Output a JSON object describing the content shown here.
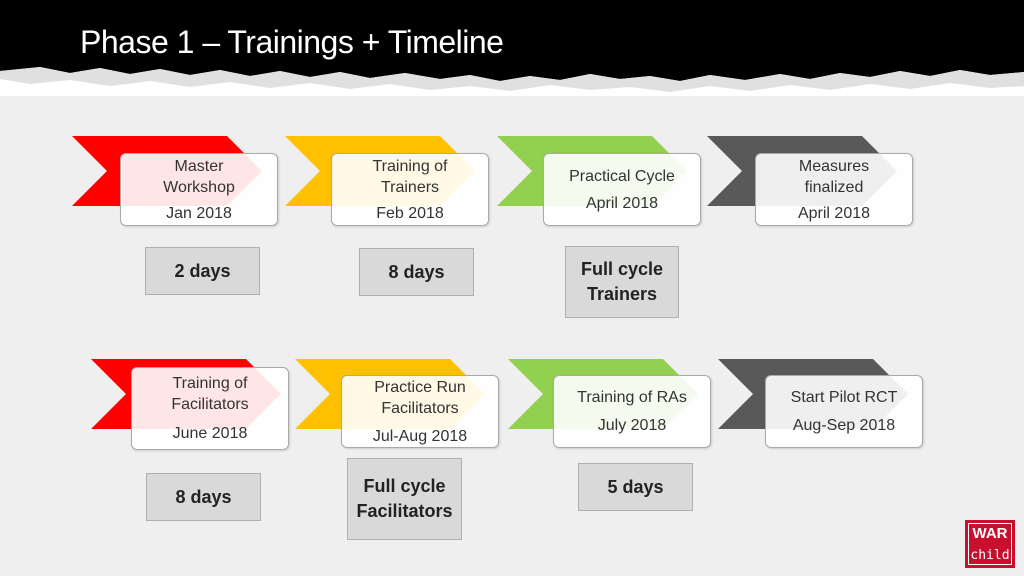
{
  "title": "Phase 1 – Trainings + Timeline",
  "colors": {
    "red": "#ff0000",
    "yellow": "#ffc000",
    "green": "#92d050",
    "gray": "#595959"
  },
  "row1": [
    {
      "color": "red",
      "title": "Master\nWorkshop",
      "date": "Jan 2018",
      "duration": "2 days"
    },
    {
      "color": "yellow",
      "title": "Training of\nTrainers",
      "date": "Feb 2018",
      "duration": "8 days"
    },
    {
      "color": "green",
      "title": "Practical Cycle",
      "date": "April 2018",
      "duration": "Full cycle\nTrainers"
    },
    {
      "color": "gray",
      "title": "Measures\nfinalized",
      "date": "April 2018"
    }
  ],
  "row2": [
    {
      "color": "red",
      "title": "Training of\nFacilitators",
      "date": "June 2018",
      "duration": "8 days"
    },
    {
      "color": "yellow",
      "title": "Practice Run\nFacilitators",
      "date": "Jul-Aug 2018",
      "duration": "Full cycle\nFacilitators"
    },
    {
      "color": "green",
      "title": "Training of RAs",
      "date": "July 2018",
      "duration": "5 days"
    },
    {
      "color": "gray",
      "title": "Start Pilot RCT",
      "date": "Aug-Sep 2018"
    }
  ],
  "logo": {
    "line1": "WAR",
    "line2": "child"
  }
}
